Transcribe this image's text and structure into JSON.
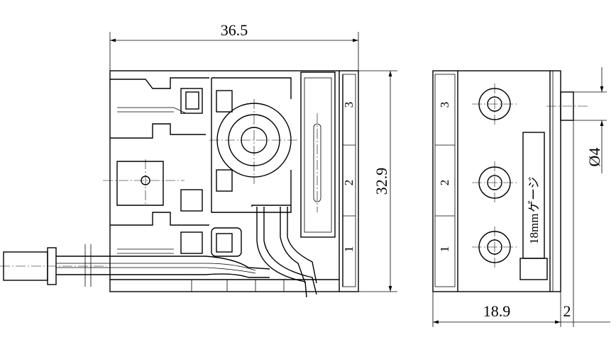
{
  "dimensions": {
    "width": "36.5",
    "height": "32.9",
    "side_width": "18.9",
    "pin_length": "2",
    "pin_diameter": "Ø4"
  },
  "front_view": {
    "terminal_labels": [
      "3",
      "2",
      "1"
    ]
  },
  "side_view": {
    "terminal_labels": [
      "3",
      "2",
      "1"
    ],
    "gauge_size": "18mm",
    "gauge_label": "ゲージ"
  }
}
